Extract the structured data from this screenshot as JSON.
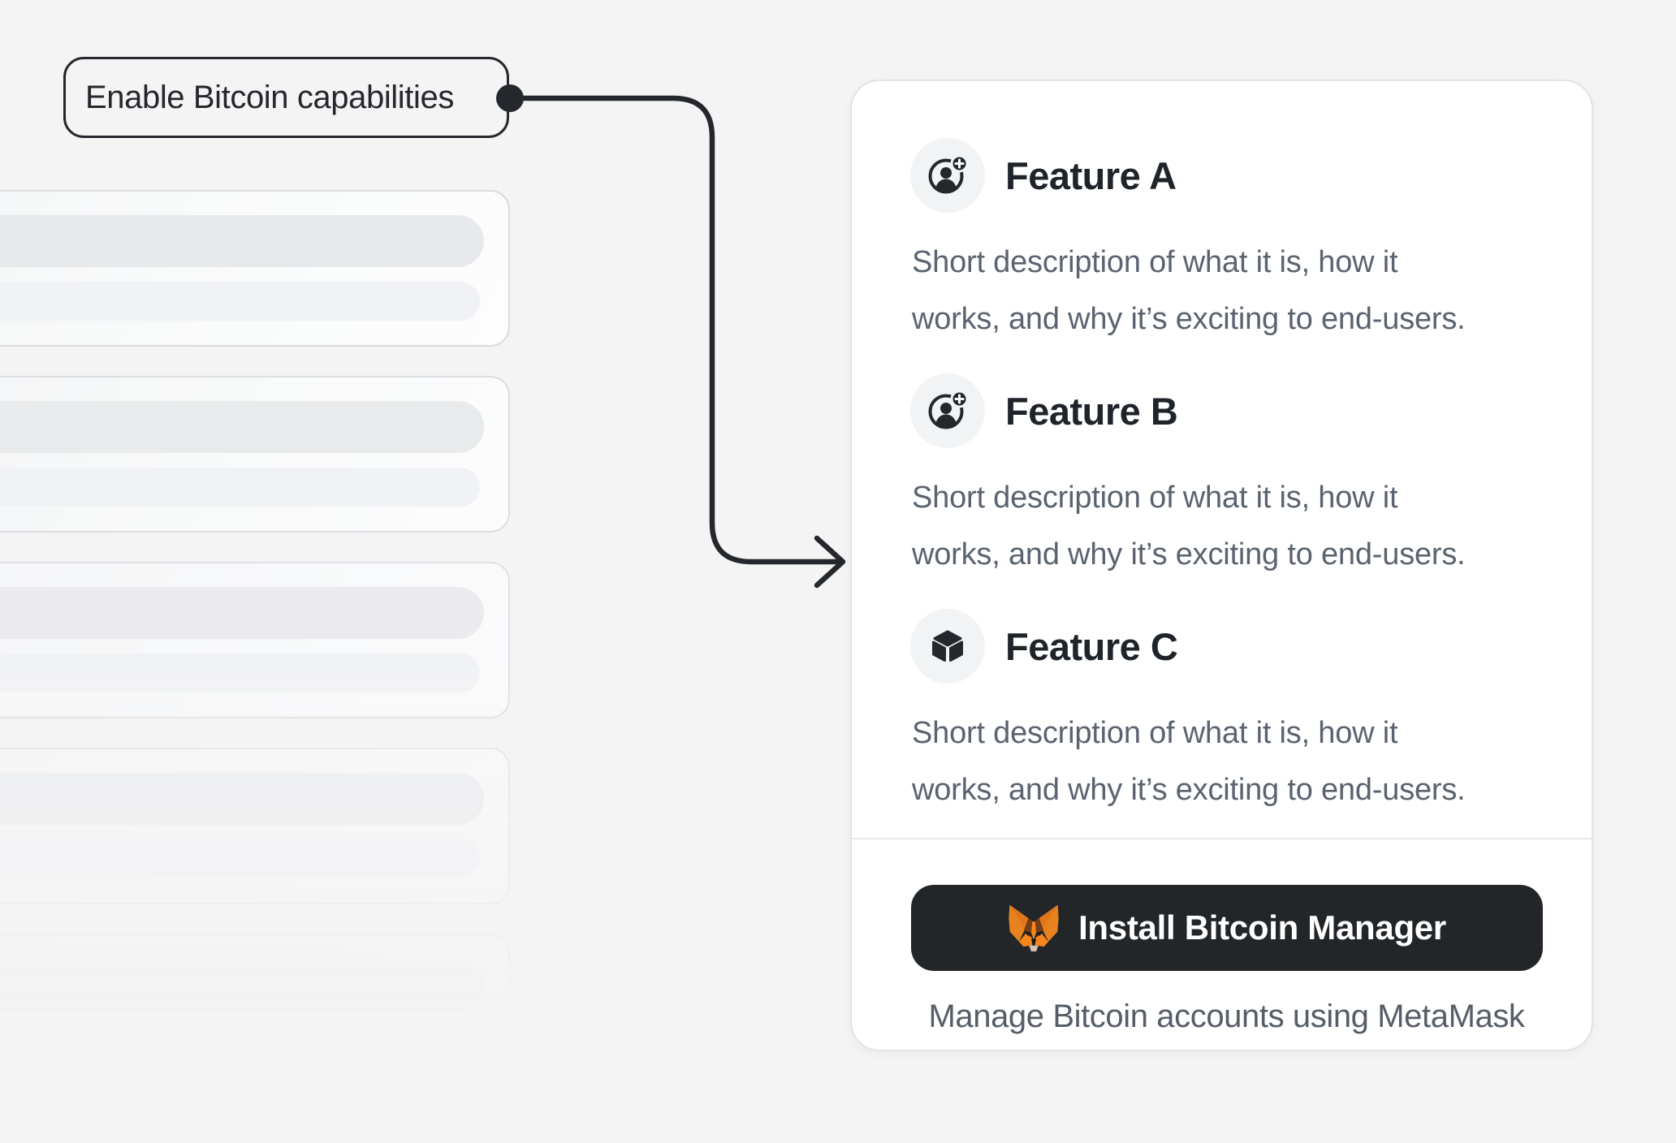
{
  "annotation": {
    "label": "Enable Bitcoin capabilities"
  },
  "panel": {
    "features": [
      {
        "icon": "account-add-icon",
        "title": "Feature A",
        "desc_lines": [
          "Short description of what it is, how it",
          "works, and why it’s exciting to end-users."
        ]
      },
      {
        "icon": "account-add-icon",
        "title": "Feature B",
        "desc_lines": [
          "Short description of what it is, how it",
          "works, and why it’s exciting to end-users."
        ]
      },
      {
        "icon": "cube-icon",
        "title": "Feature C",
        "desc_lines": [
          "Short description of what it is, how it",
          "works, and why it’s exciting to end-users."
        ]
      }
    ],
    "cta": {
      "button_icon": "metamask-fox-icon",
      "button_label": "Install Bitcoin Manager",
      "caption": "Manage Bitcoin accounts using MetaMask"
    }
  },
  "colors": {
    "ink": "#24272c",
    "page_bg": "#f4f4f5",
    "card_bg": "#ffffff",
    "card_border": "#e1e3e6",
    "muted_text": "#5b6370",
    "button_bg": "#232629",
    "icon_circle_bg": "#f2f3f5",
    "fox_orange": "#e2761b",
    "fox_brown": "#763d16"
  }
}
